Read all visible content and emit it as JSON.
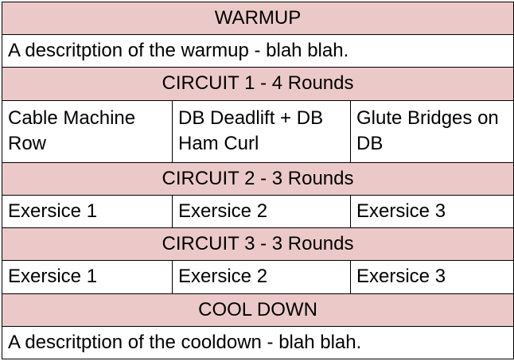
{
  "warmup": {
    "header": "WARMUP",
    "description": "A descritption of the warmup - blah blah."
  },
  "circuits": [
    {
      "header": "CIRCUIT 1 - 4 Rounds",
      "exercises": [
        "Cable Machine Row",
        "DB Deadlift + DB Ham Curl",
        "Glute Bridges on DB"
      ]
    },
    {
      "header": "CIRCUIT 2 - 3 Rounds",
      "exercises": [
        "Exersice 1",
        "Exersice 2",
        "Exersice 3"
      ]
    },
    {
      "header": "CIRCUIT 3 - 3 Rounds",
      "exercises": [
        "Exersice 1",
        "Exersice 2",
        "Exersice 3"
      ]
    }
  ],
  "cooldown": {
    "header": "COOL DOWN",
    "description": "A descritption of the cooldown - blah blah."
  },
  "colors": {
    "header_background": "#ecc9c9",
    "cell_background": "#ffffff",
    "border": "#000000"
  }
}
